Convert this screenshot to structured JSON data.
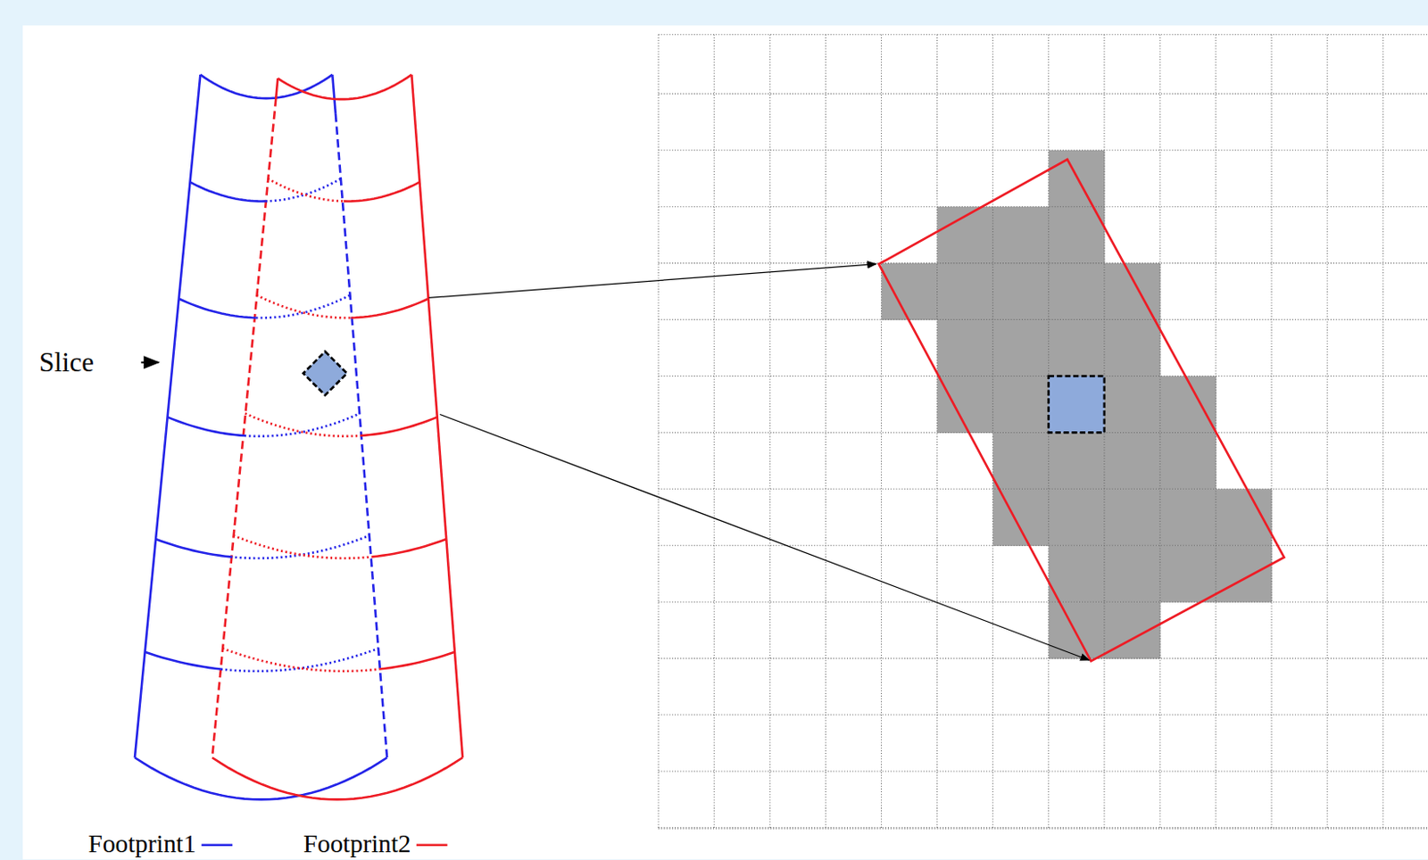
{
  "diagram": {
    "labels": [
      "Slice"
    ],
    "legend": [
      {
        "text": "Footprint1"
      },
      {
        "text": "Footprint2"
      }
    ]
  }
}
